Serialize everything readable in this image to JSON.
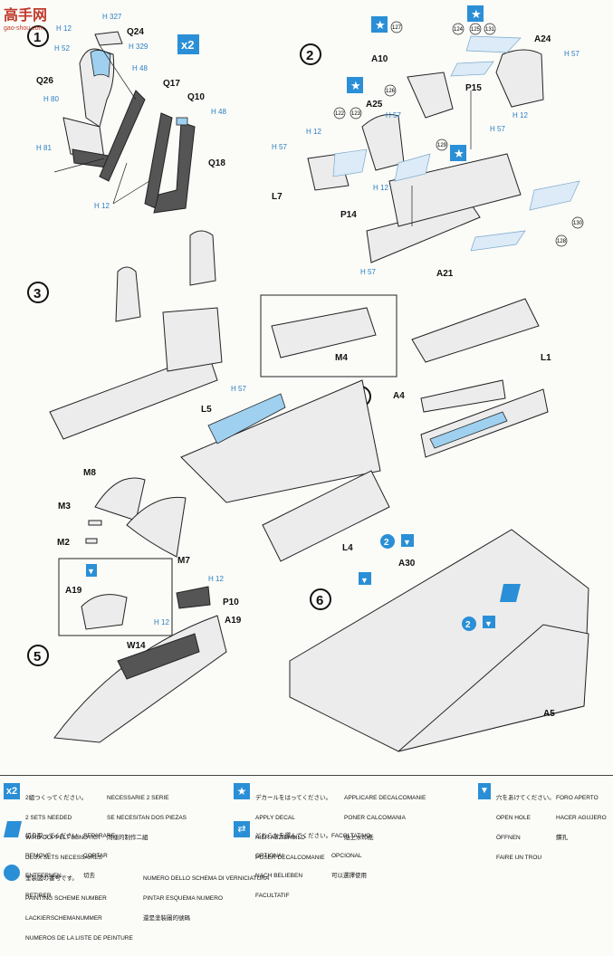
{
  "watermark": {
    "main": "高手网",
    "sub": "gao-shou.com"
  },
  "x2_badge": "x2",
  "steps": {
    "s1": "1",
    "s2": "2",
    "s3": "3",
    "s4": "4",
    "s5": "5",
    "s6": "6"
  },
  "step1": {
    "q24": "Q24",
    "q26": "Q26",
    "q17": "Q17",
    "q10": "Q10",
    "q18": "Q18",
    "h12a": "H 12",
    "h327": "H 327",
    "h329": "H 329",
    "h52": "H 52",
    "h48a": "H 48",
    "h48b": "H 48",
    "h80": "H 80",
    "h81": "H 81",
    "h12b": "H 12"
  },
  "step2": {
    "a24": "A24",
    "a10": "A10",
    "p15": "P15",
    "a25": "A25",
    "l7": "L7",
    "p14": "P14",
    "a21": "A21",
    "h57a": "H 57",
    "h57b": "H 57",
    "h57c": "H 57",
    "h57d": "H 57",
    "h57e": "H 57",
    "h12a": "H 12",
    "h12b": "H 12",
    "h12c": "H 12",
    "d127": "127",
    "d124": "124",
    "d125": "125",
    "d131": "131",
    "d126": "126",
    "d122": "122",
    "d123": "123",
    "d129": "129",
    "d130": "130",
    "d128": "128"
  },
  "step34": {
    "l5": "L5",
    "m4": "M4",
    "a4": "A4",
    "l1": "L1",
    "l4": "L4",
    "m8": "M8",
    "m3": "M3",
    "m2": "M2",
    "m7": "M7",
    "h57": "H 57"
  },
  "step5": {
    "a19a": "A19",
    "a19b": "A19",
    "p10": "P10",
    "w14": "W14",
    "h12a": "H 12",
    "h12b": "H 12"
  },
  "step6": {
    "a30": "A30",
    "a5": "A5",
    "n2a": "2",
    "n2b": "2"
  },
  "legend": {
    "x2_jp": "2組つくってください。",
    "x2_en": "2 SETS NEEDED",
    "x2_de": "WIRD DOPPELT BENÖTIGT",
    "x2_fr": "DEUX SETS NECESSAIRES",
    "x2_it": "NECESSARIE 2 SERIE",
    "x2_es": "SE NECESITAN DOS PIEZAS",
    "x2_cn": "同樣的制作二組",
    "dec_jp": "デカールをはってください。",
    "dec_en": "APPLY DECAL",
    "dec_de": "HIER ABZIEHBILD",
    "dec_fr": "POSER DECALCOMANIE",
    "dec_it": "APPLICARE DECALCOMANIE",
    "dec_es": "PONER CALCOMANIA",
    "dec_cn": "貼上水印紙",
    "hole_jp": "穴をあけてください。",
    "hole_en": "OPEN HOLE",
    "hole_de": "ÖFFNEN",
    "hole_fr": "FAIRE UN TROU",
    "hole_it": "FORO APERTO",
    "hole_es": "HACER AGUJERO",
    "hole_cn": "鑽孔",
    "cut_jp": "切り取ってください。",
    "cut_en": "REMOVE",
    "cut_de": "ENTFERNEN",
    "cut_fr": "RETIRER",
    "cut_it": "SEPARARE",
    "cut_es": "CORTAR",
    "cut_cn": "切去",
    "opt_jp": "どちらかを選んでください。",
    "opt_en": "OPTIONAL",
    "opt_de": "NACH BELIEBEN",
    "opt_fr": "FACULTATIF",
    "opt_it": "FACOLTATIVO",
    "opt_es": "OPCIONAL",
    "opt_cn": "可以選擇使用",
    "paint_jp": "塗装図の番号です。",
    "paint_en": "PAINTING SCHEME NUMBER",
    "paint_de": "LACKIERSCHEMANUMMER",
    "paint_fr": "NUMEROS DE LA LISTE DE PEINTURE",
    "paint_it": "NUMERO DELLO SCHEMA DI VERNICIATURA",
    "paint_es": "PINTAR ESQUEMA NUMERO",
    "paint_cn": "還是塗裝圖的號碼"
  },
  "colors": {
    "blue_part": "#9fd0ef",
    "dark_part": "#555555",
    "decal_marker": "#2a8fd6",
    "highlight_label": "#2a7fc0"
  }
}
